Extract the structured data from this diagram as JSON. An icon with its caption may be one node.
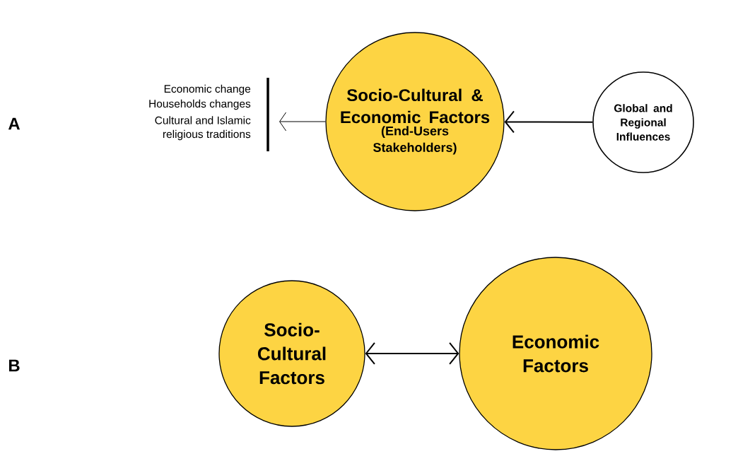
{
  "diagram": {
    "nodes": [
      {
        "text": [
          "Socio-Cultural & Economic Factors",
          "(End-Users Stakeholders)"
        ]
      },
      {
        "text": [
          "Global and Regional Influences"
        ]
      },
      {
        "text": [],
        "shape": "bar"
      },
      {
        "text": [
          "Socio-Cultural Factors"
        ]
      },
      {
        "text": [
          "Economic Factors"
        ]
      }
    ],
    "edges": [
      {
        "from": 0,
        "to": 2,
        "arrow": "to"
      },
      {
        "from": 1,
        "to": 0,
        "arrow": "to"
      },
      {
        "from": 3,
        "to": 4,
        "arrow": "both"
      }
    ],
    "labels": [
      "Economic change",
      "Households changes",
      "Cultural and Islamic",
      "religious traditions",
      "A",
      "B"
    ]
  }
}
